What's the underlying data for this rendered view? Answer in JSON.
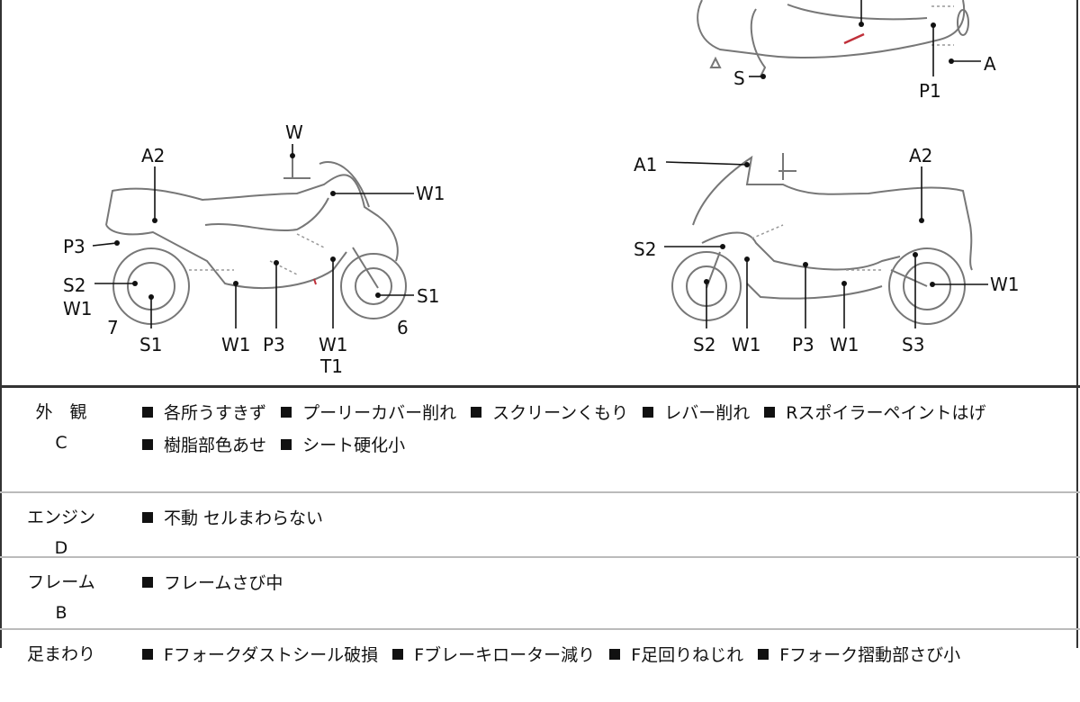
{
  "diagram": {
    "top_view": {
      "labels": [
        "S",
        "A",
        "P1"
      ]
    },
    "left_view": {
      "labels": [
        "W",
        "A2",
        "W1",
        "P3",
        "S2",
        "W1",
        "7",
        "S1",
        "W1",
        "P3",
        "W1",
        "T1",
        "6",
        "S1"
      ]
    },
    "right_view": {
      "labels": [
        "A1",
        "A2",
        "S2",
        "W1",
        "S2",
        "W1",
        "P3",
        "W1",
        "S3"
      ]
    },
    "damage_mark_color": "#c0303a"
  },
  "sections": [
    {
      "name": "外　観",
      "code": "C",
      "items": [
        "各所うすきず",
        "プーリーカバー削れ",
        "スクリーンくもり",
        "レバー削れ",
        "Rスポイラーペイントはげ",
        "樹脂部色あせ",
        "シート硬化小"
      ]
    },
    {
      "name": "エンジン",
      "code": "D",
      "items": [
        "不動 セルまわらない"
      ]
    },
    {
      "name": "フレーム",
      "code": "B",
      "items": [
        "フレームさび中"
      ]
    },
    {
      "name": "足まわり",
      "code": "",
      "items": [
        "Fフォークダストシール破損",
        "Fブレーキローター減り",
        "F足回りねじれ",
        "Fフォーク摺動部さび小"
      ]
    }
  ]
}
